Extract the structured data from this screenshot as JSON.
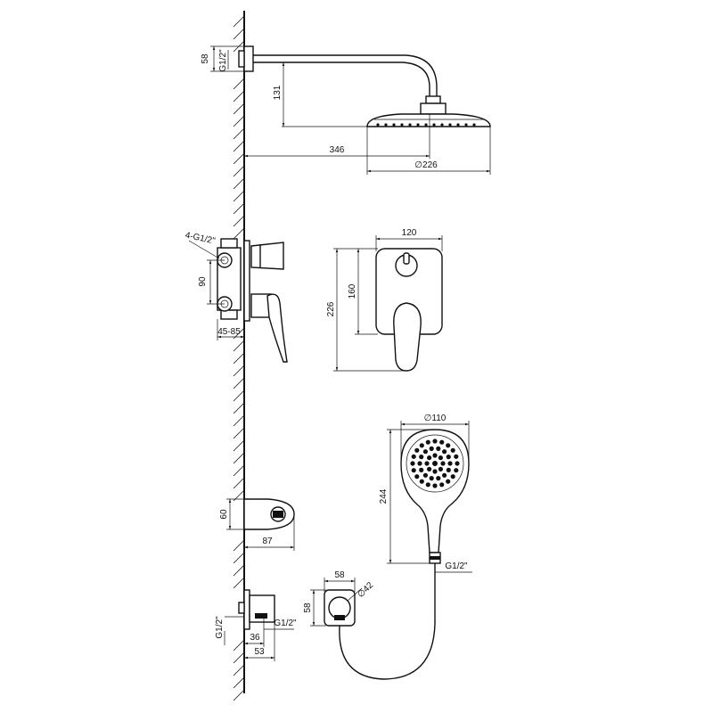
{
  "dimensions": {
    "arm_connection_thread": "G1/2\"",
    "arm_connection_depth": "58",
    "arm_drop": "131",
    "arm_projection": "346",
    "overhead_diameter": "∅226",
    "valve_ports": "4-G1/2\"",
    "valve_port_spacing": "90",
    "valve_install_depth": "45-85",
    "plate_width": "120",
    "plate_inner_height": "160",
    "plate_height": "226",
    "hand_shower_diameter": "∅110",
    "hand_shower_length": "244",
    "hand_shower_thread": "G1/2\"",
    "spout_height": "60",
    "spout_projection": "87",
    "elbow_width": "58",
    "elbow_height": "58",
    "elbow_diameter": "∅42",
    "outlet_thread_vertical": "G1/2\"",
    "outlet_thread_horizontal": "G1/2\"",
    "outlet_depth_inner": "36",
    "outlet_depth_outer": "53"
  }
}
